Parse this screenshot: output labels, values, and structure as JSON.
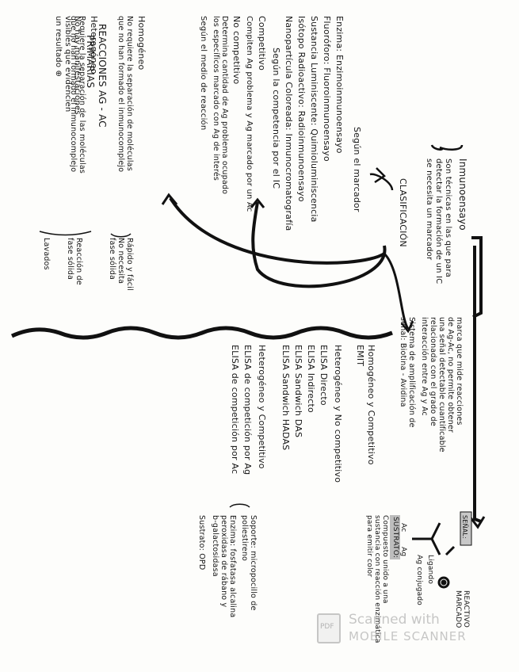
{
  "title": {
    "line1": "REACCIONES AG - AC",
    "line2": "PRIMARIAS",
    "note": "No hay manifestaciones\nvisibles que evidencien\nun resultado ⊕"
  },
  "inmuno": {
    "heading": "Inmunoensayo",
    "definition": "Son técnicas en las que para\ndetectar la formación de un IC\nse necesita un marcador",
    "marca": "marca que mide reacciones\nde Ag-Ac, no permite obtener\nuna señal detectable cuantificable\nrelacionada con el grado de\ninteracción entre Ag y Ac",
    "sistema": "Sistema de amplificación de\nseñal: Biotina - Avidina"
  },
  "clasificacion": {
    "label": "CLASIFICACIÓN",
    "segun_marcador": "Según el marcador",
    "marcadores": [
      "Enzima: Enzimoinmunoensayo",
      "Fluoróforo: Fluoroinmunoensayo",
      "Sustancia Luminiscente: Quimioluminiscencia",
      "Isótopo Radioactivo: Radioinmunoensayo",
      "Nanopartícula Coloreada: Inmunocromatografía"
    ],
    "segun_competencia": "Según la competencia por el IC",
    "competitivo_title": "Competitivo",
    "competitivo_text": "Compiten Ag problema y Ag marcado por un Ac",
    "no_competitivo_title": "No competitivo",
    "no_competitivo_text": "Determina cantidad de Ag problema ocupado\nlos específicos marcado con Ag de interés",
    "segun_medio": "Según el medio de reacción",
    "homogeneo_title": "Homogéneo",
    "homogeneo_text": "No requiere la separación de moléculas\nque no han formado el inmunocomplejo",
    "homogeneo_bracket": "Rápido y fácil\nNo necesita\nfase sólida",
    "heterogeneo_title": "Heterogéneo",
    "heterogeneo_text": "Requiere la separación de las moléculas\nque no han formado el inmunocomplejo",
    "heterogeneo_bracket1": "Reacción de\nfase sólida",
    "heterogeneo_bracket2": "Lavados"
  },
  "elisa": {
    "hom_comp": "Homogéneo y Competitivo\nEMIT",
    "het_no_comp": "Heterogéneo y No competitivo",
    "list": [
      "ELISA Directo",
      "ELISA Indirecto",
      "ELISA Sandwich DAS",
      "ELISA Sandwich HADAS"
    ],
    "het_comp": "Heterogéneo y Competitivo",
    "comp_list": [
      "ELISA de competición por Ag",
      "ELISA de competición por Ac"
    ],
    "soporte": "Soporte: micropocillo de\npoliestireno",
    "enzima": "Enzima: fosfatasa alcalina\nperoxidasa de rábano y\nb-galactosidasa",
    "sustrato_dil": "Sustrato: OPD"
  },
  "diagram": {
    "reactivo_marcado": "REACTIVO\nMARCADO",
    "ligando_label": "Ligando",
    "ag_conjugado": "Ag conjugado",
    "ac_label": "Ac",
    "ag_label": "Ag",
    "substrato_title": "SUSTRATO:",
    "substrato_text": "Compuesto unido a una\nsustancia con reacción enzimática\npara emitir color",
    "senal": "SEÑAL:"
  },
  "watermark": {
    "line1": "Scanned with",
    "line2": "MOBILE SCANNER",
    "icon": "PDF"
  }
}
